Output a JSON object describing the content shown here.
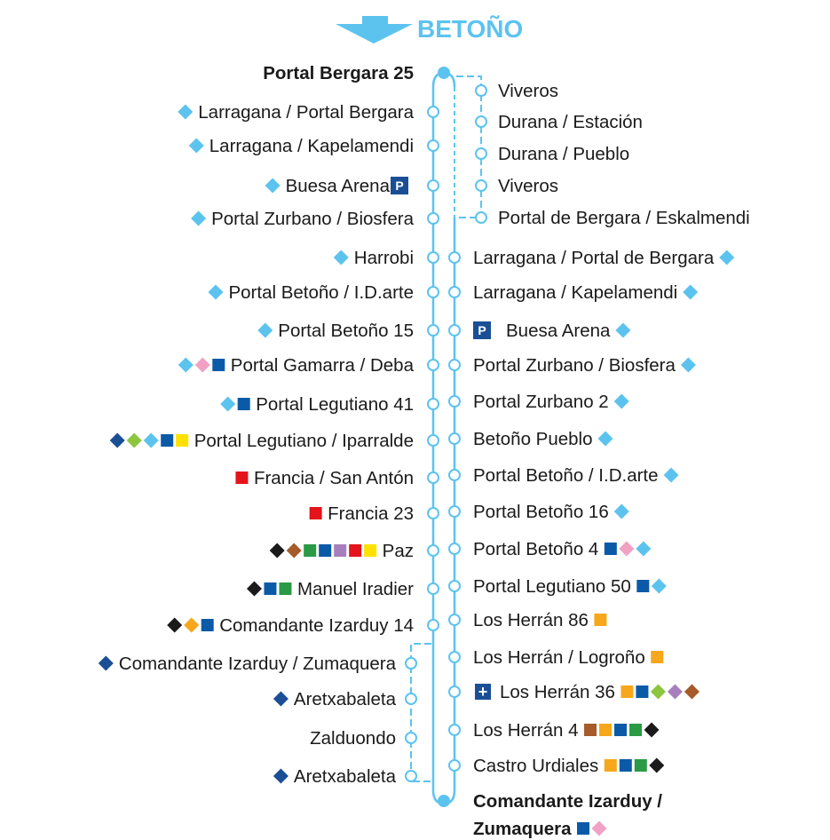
{
  "title": "BETOÑO",
  "colors": {
    "line": "#5cc3ef",
    "lightblue": "#5cc3ef",
    "pink": "#f0a1c4",
    "blue": "#0b5aa8",
    "navy": "#1a4f96",
    "green": "#2a9a45",
    "lime": "#8cc63f",
    "purple": "#a77fbc",
    "red": "#e3151b",
    "yellow": "#ffe100",
    "orange": "#f7a71b",
    "brown": "#a55b2a",
    "black": "#1a1a1a"
  },
  "left_stops": [
    {
      "name": "Portal Bergara 25",
      "bold": true,
      "badges": []
    },
    {
      "name": "Larragana / Portal Bergara",
      "badges": [
        {
          "s": "d",
          "c": "lightblue"
        }
      ]
    },
    {
      "name": "Larragana / Kapelamendi",
      "badges": [
        {
          "s": "d",
          "c": "lightblue"
        }
      ]
    },
    {
      "name": "Buesa Arena",
      "parking": true,
      "badges": [
        {
          "s": "d",
          "c": "lightblue"
        }
      ]
    },
    {
      "name": "Portal Zurbano / Biosfera",
      "badges": [
        {
          "s": "d",
          "c": "lightblue"
        }
      ]
    },
    {
      "name": "Harrobi",
      "badges": [
        {
          "s": "d",
          "c": "lightblue"
        }
      ]
    },
    {
      "name": "Portal Betoño / I.D.arte",
      "badges": [
        {
          "s": "d",
          "c": "lightblue"
        }
      ]
    },
    {
      "name": "Portal Betoño 15",
      "badges": [
        {
          "s": "d",
          "c": "lightblue"
        }
      ]
    },
    {
      "name": "Portal Gamarra / Deba",
      "badges": [
        {
          "s": "d",
          "c": "lightblue"
        },
        {
          "s": "d",
          "c": "pink"
        },
        {
          "s": "s",
          "c": "blue"
        }
      ]
    },
    {
      "name": "Portal Legutiano 41",
      "badges": [
        {
          "s": "d",
          "c": "lightblue"
        },
        {
          "s": "s",
          "c": "blue"
        }
      ]
    },
    {
      "name": "Portal Legutiano / Iparralde",
      "badges": [
        {
          "s": "d",
          "c": "navy"
        },
        {
          "s": "d",
          "c": "lime"
        },
        {
          "s": "d",
          "c": "lightblue"
        },
        {
          "s": "s",
          "c": "blue"
        },
        {
          "s": "s",
          "c": "yellow"
        }
      ]
    },
    {
      "name": "Francia / San Antón",
      "badges": [
        {
          "s": "s",
          "c": "red"
        }
      ]
    },
    {
      "name": "Francia 23",
      "badges": [
        {
          "s": "s",
          "c": "red"
        }
      ]
    },
    {
      "name": "Paz",
      "badges": [
        {
          "s": "d",
          "c": "black"
        },
        {
          "s": "d",
          "c": "brown"
        },
        {
          "s": "s",
          "c": "green"
        },
        {
          "s": "s",
          "c": "blue"
        },
        {
          "s": "s",
          "c": "purple"
        },
        {
          "s": "s",
          "c": "red"
        },
        {
          "s": "s",
          "c": "yellow"
        }
      ]
    },
    {
      "name": "Manuel Iradier",
      "badges": [
        {
          "s": "d",
          "c": "black"
        },
        {
          "s": "s",
          "c": "blue"
        },
        {
          "s": "s",
          "c": "green"
        }
      ]
    },
    {
      "name": "Comandante Izarduy 14",
      "badges": [
        {
          "s": "d",
          "c": "black"
        },
        {
          "s": "d",
          "c": "orange"
        },
        {
          "s": "s",
          "c": "blue"
        }
      ]
    }
  ],
  "left_branch": [
    {
      "name": "Comandante Izarduy / Zumaquera",
      "badges": [
        {
          "s": "d",
          "c": "navy"
        }
      ]
    },
    {
      "name": "Aretxabaleta",
      "badges": [
        {
          "s": "d",
          "c": "navy"
        }
      ]
    },
    {
      "name": "Zalduondo",
      "badges": []
    },
    {
      "name": "Aretxabaleta",
      "badges": [
        {
          "s": "d",
          "c": "navy"
        }
      ]
    }
  ],
  "right_branch": [
    {
      "name": "Viveros"
    },
    {
      "name": "Durana / Estación"
    },
    {
      "name": "Durana / Pueblo"
    },
    {
      "name": "Viveros"
    },
    {
      "name": "Portal de Bergara / Eskalmendi"
    }
  ],
  "right_stops": [
    {
      "name": "Larragana / Portal de Bergara",
      "badges": [
        {
          "s": "d",
          "c": "lightblue"
        }
      ]
    },
    {
      "name": "Larragana / Kapelamendi",
      "badges": [
        {
          "s": "d",
          "c": "lightblue"
        }
      ]
    },
    {
      "name": "Buesa Arena",
      "parking": true,
      "badges": [
        {
          "s": "d",
          "c": "lightblue"
        }
      ]
    },
    {
      "name": "Portal Zurbano / Biosfera",
      "badges": [
        {
          "s": "d",
          "c": "lightblue"
        }
      ]
    },
    {
      "name": "Portal Zurbano 2",
      "badges": [
        {
          "s": "d",
          "c": "lightblue"
        }
      ]
    },
    {
      "name": "Betoño Pueblo",
      "badges": [
        {
          "s": "d",
          "c": "lightblue"
        }
      ]
    },
    {
      "name": "Portal Betoño / I.D.arte",
      "badges": [
        {
          "s": "d",
          "c": "lightblue"
        }
      ]
    },
    {
      "name": "Portal Betoño 16",
      "badges": [
        {
          "s": "d",
          "c": "lightblue"
        }
      ]
    },
    {
      "name": "Portal Betoño 4",
      "badges": [
        {
          "s": "s",
          "c": "blue"
        },
        {
          "s": "d",
          "c": "pink"
        },
        {
          "s": "d",
          "c": "lightblue"
        }
      ]
    },
    {
      "name": "Portal Legutiano 50",
      "badges": [
        {
          "s": "s",
          "c": "blue"
        },
        {
          "s": "d",
          "c": "lightblue"
        }
      ]
    },
    {
      "name": "Los Herrán 86",
      "badges": [
        {
          "s": "s",
          "c": "orange"
        }
      ]
    },
    {
      "name": "Los Herrán / Logroño",
      "badges": [
        {
          "s": "s",
          "c": "orange"
        }
      ]
    },
    {
      "name": "Los Herrán 36",
      "hospital": true,
      "badges": [
        {
          "s": "s",
          "c": "orange"
        },
        {
          "s": "s",
          "c": "blue"
        },
        {
          "s": "d",
          "c": "lime"
        },
        {
          "s": "d",
          "c": "purple"
        },
        {
          "s": "d",
          "c": "brown"
        }
      ]
    },
    {
      "name": "Los Herrán 4",
      "badges": [
        {
          "s": "s",
          "c": "brown"
        },
        {
          "s": "s",
          "c": "orange"
        },
        {
          "s": "s",
          "c": "blue"
        },
        {
          "s": "s",
          "c": "green"
        },
        {
          "s": "d",
          "c": "black"
        }
      ]
    },
    {
      "name": "Castro Urdiales",
      "badges": [
        {
          "s": "s",
          "c": "orange"
        },
        {
          "s": "s",
          "c": "blue"
        },
        {
          "s": "s",
          "c": "green"
        },
        {
          "s": "d",
          "c": "black"
        }
      ]
    }
  ],
  "terminal_end": {
    "line1": "Comandante Izarduy /",
    "line2": "Zumaquera",
    "badges": [
      {
        "s": "s",
        "c": "blue"
      },
      {
        "s": "d",
        "c": "pink"
      }
    ]
  },
  "parking_label": "P",
  "hospital_label": "+"
}
